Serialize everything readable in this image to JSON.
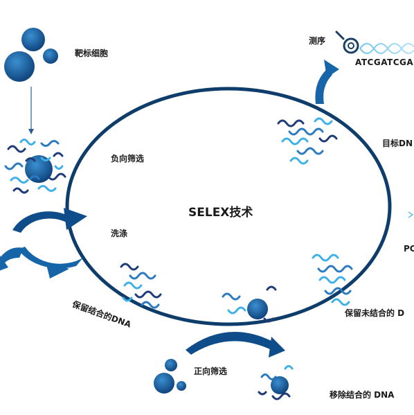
{
  "title": "SELEX技术",
  "labels": {
    "target_cell": "靶标细胞",
    "sequencing": "测序",
    "sequence": "ATCGATCGA",
    "target_dna": "目标DN",
    "negative_selection": "负向筛选",
    "wash": "洗涤",
    "pcr": "PC",
    "retain_bound_dna": "保留结合的DNA",
    "retain_unbound_dna": "保留未结合的 D",
    "positive_selection": "正向筛选",
    "remove_bound_dna": "移除结合的 DNA"
  },
  "colors": {
    "ring": "#0e3d6b",
    "cell_dark": "#0f4a85",
    "cell_light": "#2e86c1",
    "arrow": "#1565a8",
    "strand_dark": "#1f3c7a",
    "strand_mid": "#2c7bc0",
    "strand_light": "#3fb1e6"
  }
}
